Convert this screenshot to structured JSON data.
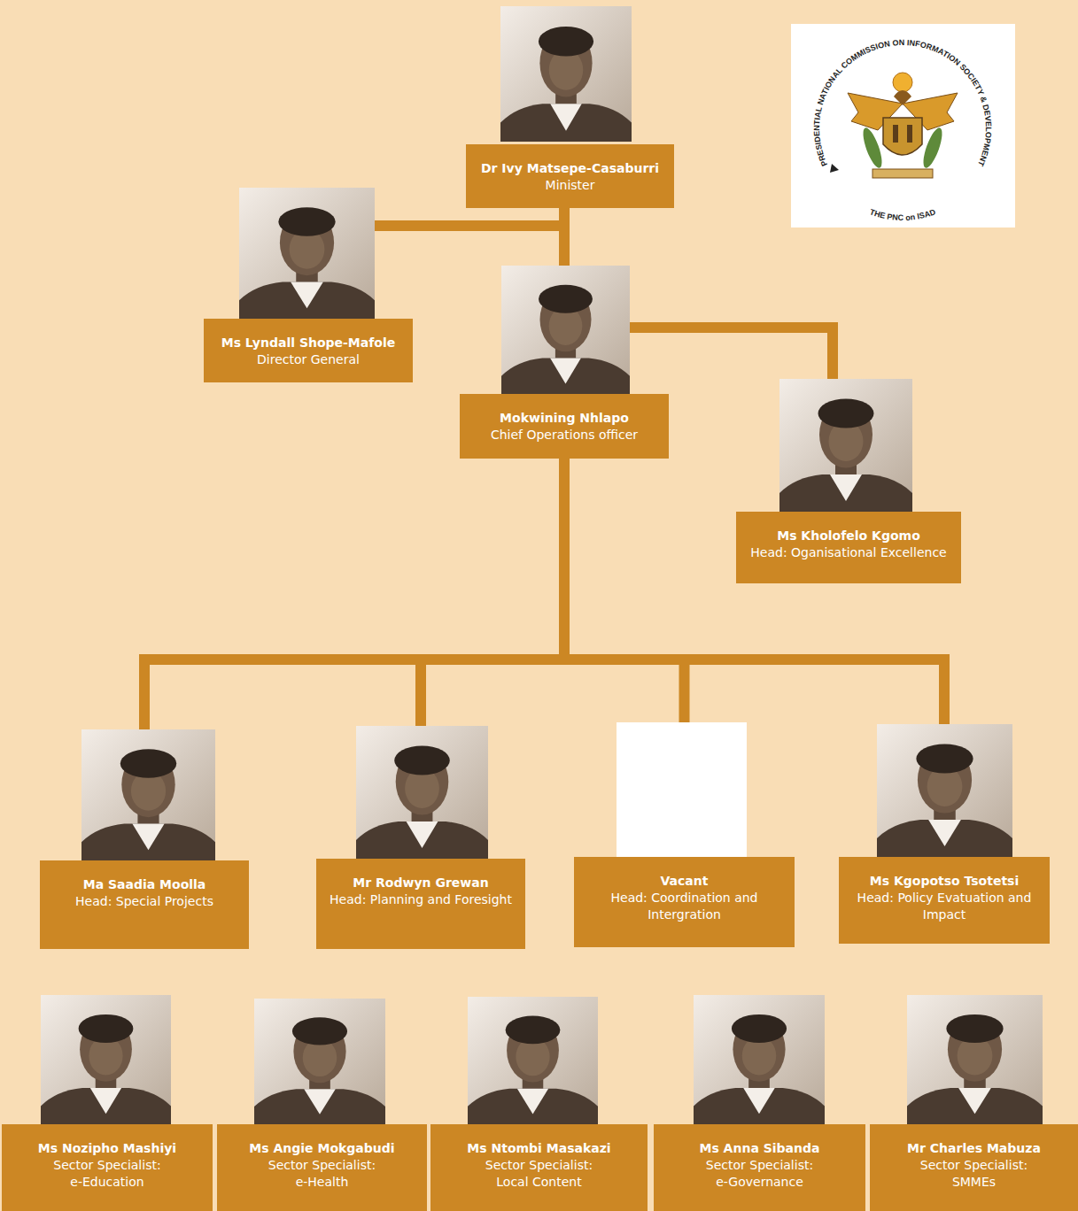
{
  "diagram": {
    "nodes": [
      {
        "text": [
          "Dr Ivy Matsepe-Casaburri",
          "Minister"
        ]
      },
      {
        "text": [
          "Ms Lyndall Shope-Mafole",
          "Director General"
        ]
      },
      {
        "text": [
          "Mokwining Nhlapo",
          "Chief Operations officer"
        ]
      },
      {
        "text": [
          "Ms Kholofelo Kgomo",
          "Head: Oganisational Excellence"
        ]
      },
      {
        "text": [
          "Ma Saadia Moolla",
          "Head: Special Projects"
        ]
      },
      {
        "text": [
          "Mr Rodwyn Grewan",
          "Head: Planning and Foresight"
        ]
      },
      {
        "text": [
          "Vacant",
          "Head: Coordination and Intergration"
        ]
      },
      {
        "text": [
          "Ms Kgopotso Tsotetsi",
          "Head: Policy Evatuation and Impact"
        ]
      },
      {
        "text": [
          "Ms Nozipho Mashiyi",
          "Sector Specialist: e-Education"
        ]
      },
      {
        "text": [
          "Ms Angie Mokgabudi",
          "Sector Specialist: e-Health"
        ]
      },
      {
        "text": [
          "Ms Ntombi Masakazi",
          "Sector Specialist: Local Content"
        ]
      },
      {
        "text": [
          "Ms Anna Sibanda",
          "Sector Specialist: e-Governance"
        ]
      },
      {
        "text": [
          "Mr Charles Mabuza",
          "Sector Specialist: SMMEs"
        ]
      }
    ],
    "edges": [
      {
        "from": 0,
        "to": 2,
        "arrow": "none"
      },
      {
        "from": 1,
        "to": 2,
        "arrow": "none"
      },
      {
        "from": 2,
        "to": 3,
        "arrow": "none"
      },
      {
        "from": 2,
        "to": 4,
        "arrow": "none"
      },
      {
        "from": 2,
        "to": 5,
        "arrow": "none"
      },
      {
        "from": 2,
        "to": 6,
        "arrow": "none"
      },
      {
        "from": 2,
        "to": 7,
        "arrow": "none"
      }
    ],
    "labels": [
      "PRESIDENTIAL NATIONAL COMMISSION ON INFORMATION SOCIETY & DEVELOPMENT",
      "THE PNC on ISAD"
    ]
  }
}
